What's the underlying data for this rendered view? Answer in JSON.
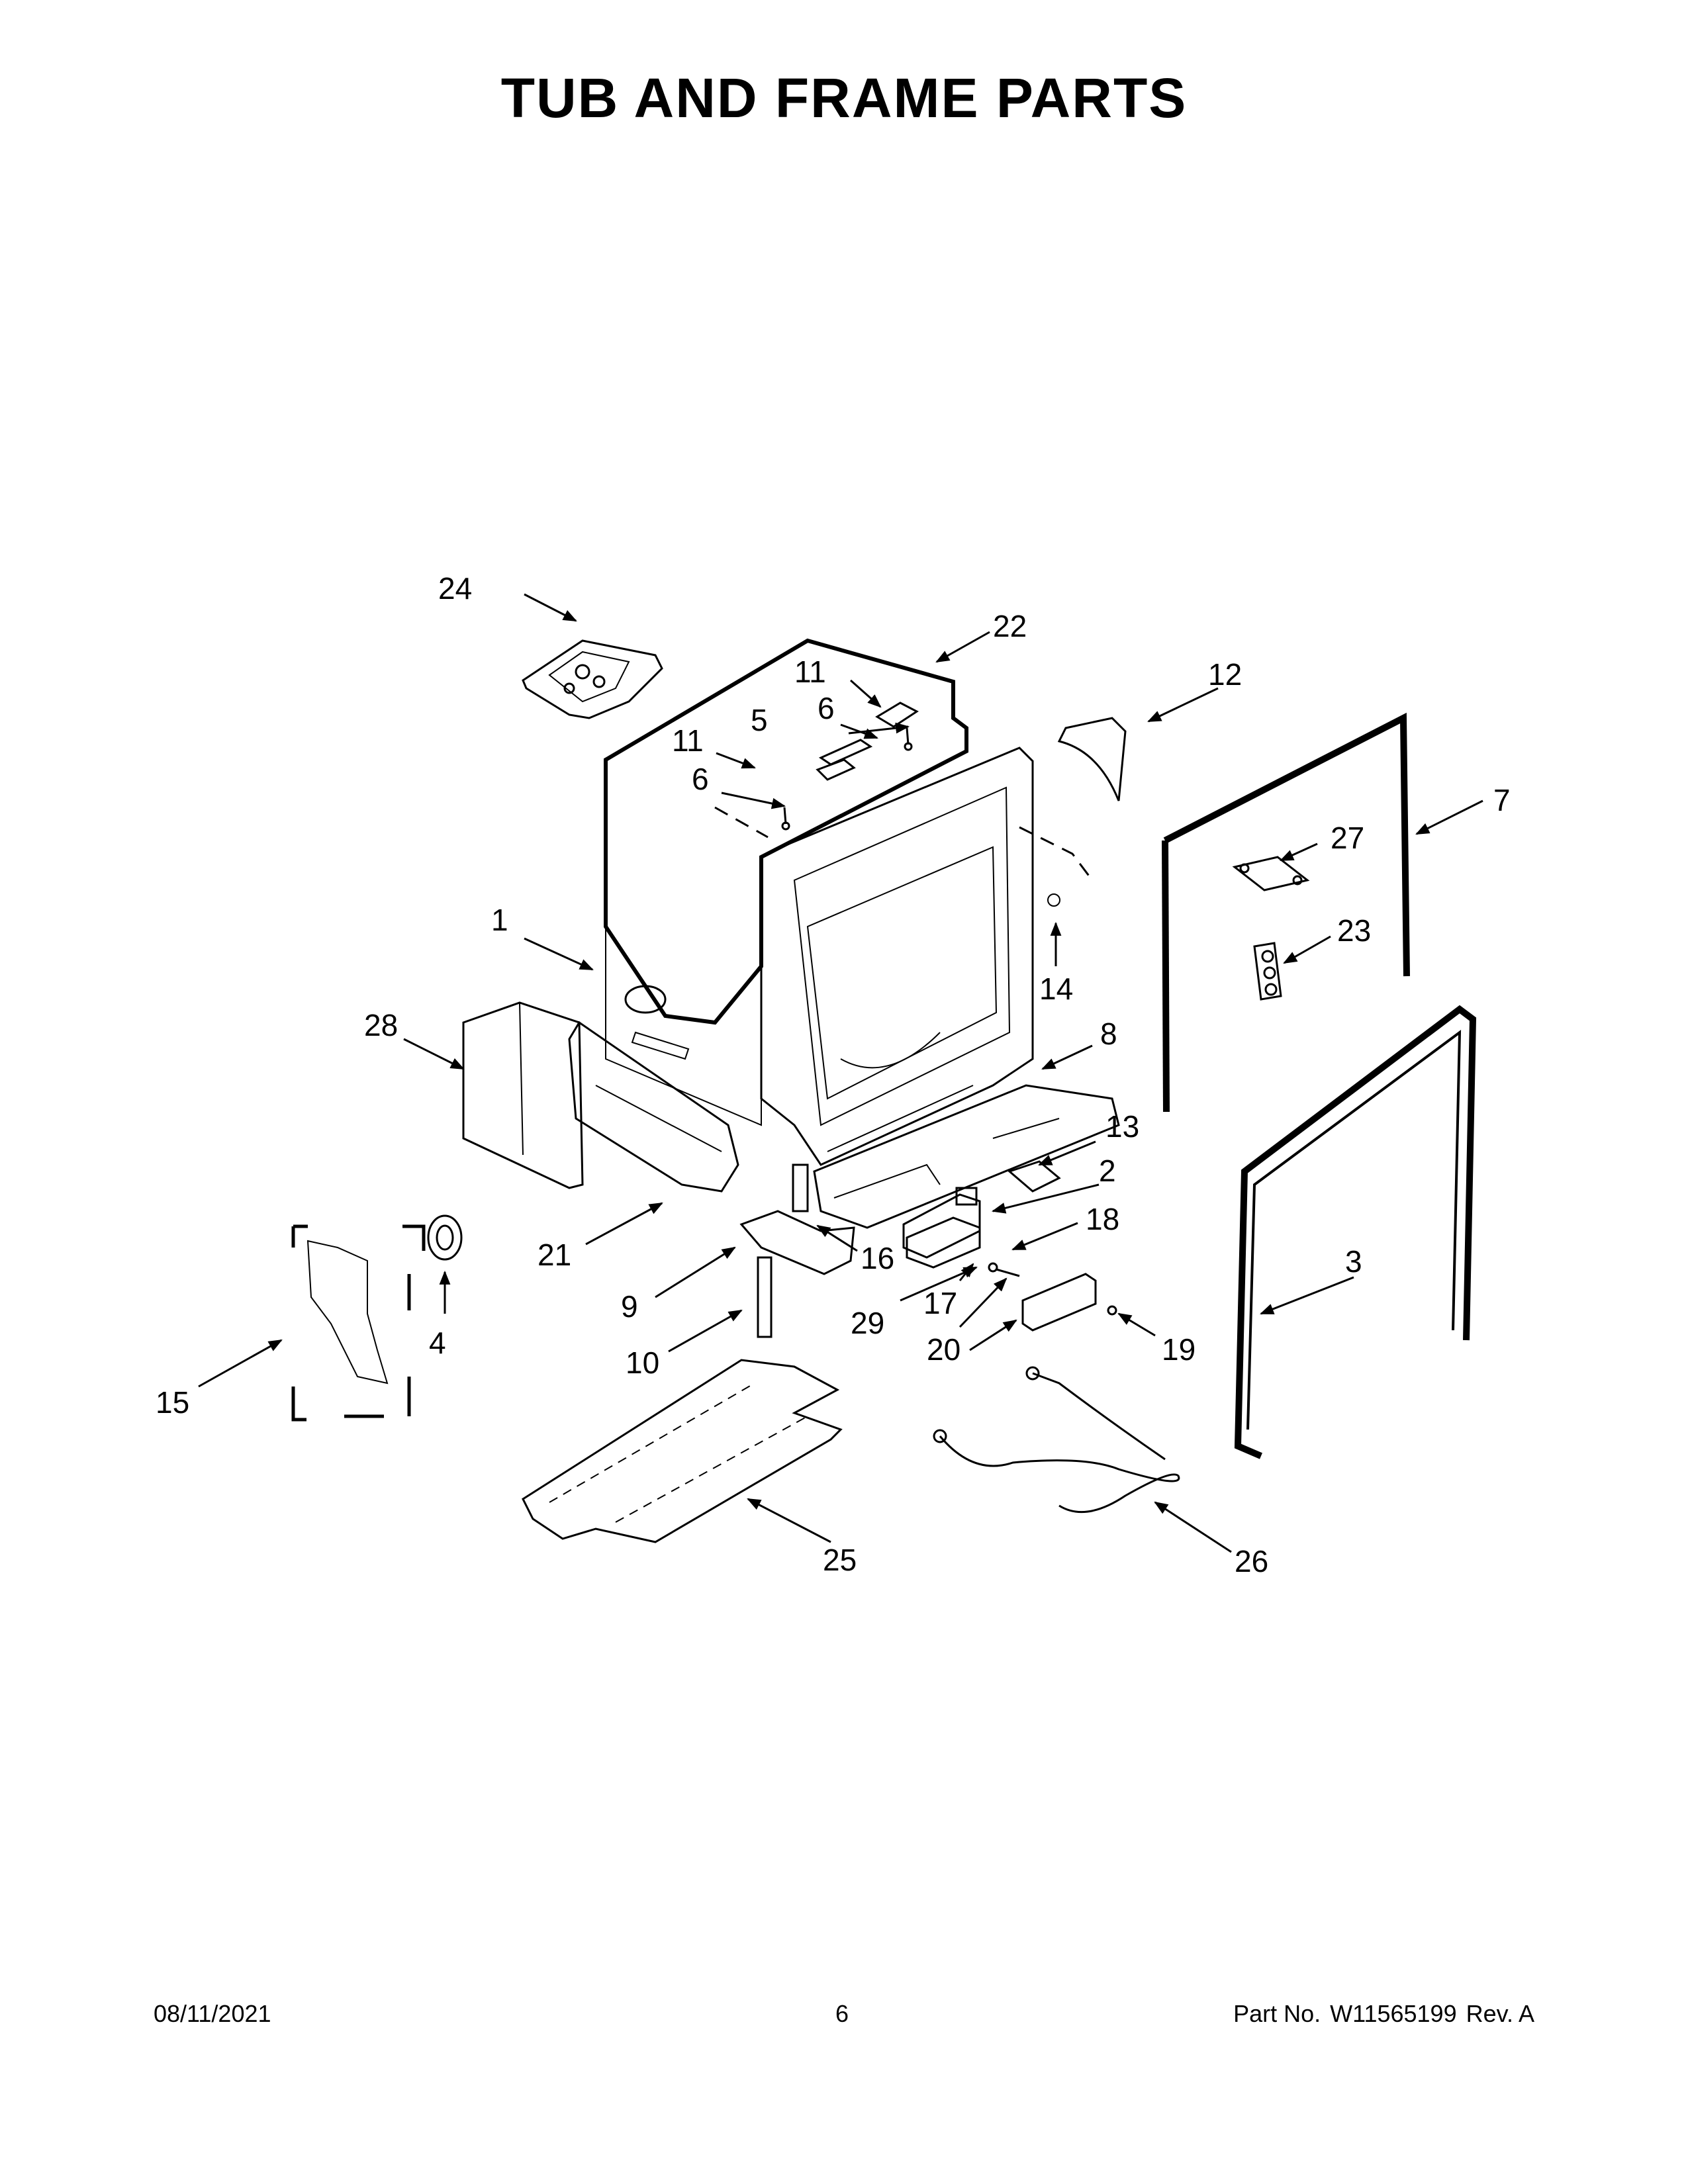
{
  "page": {
    "title": "TUB AND FRAME PARTS"
  },
  "callouts": [
    "1",
    "2",
    "3",
    "4",
    "5",
    "6",
    "6",
    "7",
    "8",
    "9",
    "10",
    "11",
    "11",
    "12",
    "13",
    "14",
    "15",
    "16",
    "17",
    "18",
    "19",
    "20",
    "21",
    "22",
    "23",
    "24",
    "25",
    "26",
    "27",
    "28",
    "29"
  ],
  "footer": {
    "date": "08/11/2021",
    "page_number": "6",
    "part_label": "Part No.",
    "part_number": "W11565199",
    "revision": "Rev.  A"
  }
}
